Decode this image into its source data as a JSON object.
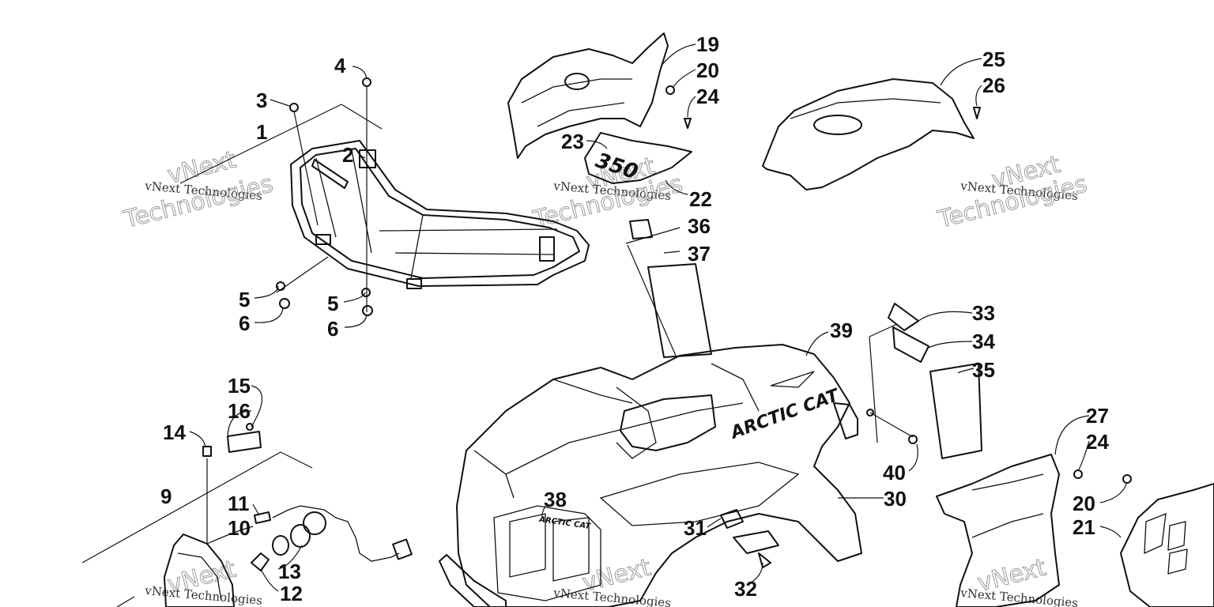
{
  "watermark": {
    "line1": "vNext Technologies",
    "big": "Technologies",
    "big_top": "vNext"
  },
  "decals": {
    "model": "350",
    "brand_side": "ARCTIC CAT",
    "brand_front": "ARCTIC CAT"
  },
  "callouts": {
    "c1": "1",
    "c2": "2",
    "c3": "3",
    "c4": "4",
    "c5a": "5",
    "c6a": "6",
    "c5b": "5",
    "c6b": "6",
    "c9": "9",
    "c10": "10",
    "c11": "11",
    "c12": "12",
    "c13": "13",
    "c14": "14",
    "c15": "15",
    "c16": "16",
    "c19": "19",
    "c20a": "20",
    "c24a": "24",
    "c23": "23",
    "c22": "22",
    "c25": "25",
    "c26": "26",
    "c36": "36",
    "c37": "37",
    "c39": "39",
    "c33": "33",
    "c34": "34",
    "c35": "35",
    "c40": "40",
    "c30": "30",
    "c31": "31",
    "c38": "38",
    "c32": "32",
    "c27": "27",
    "c24b": "24",
    "c20b": "20",
    "c21": "21"
  }
}
